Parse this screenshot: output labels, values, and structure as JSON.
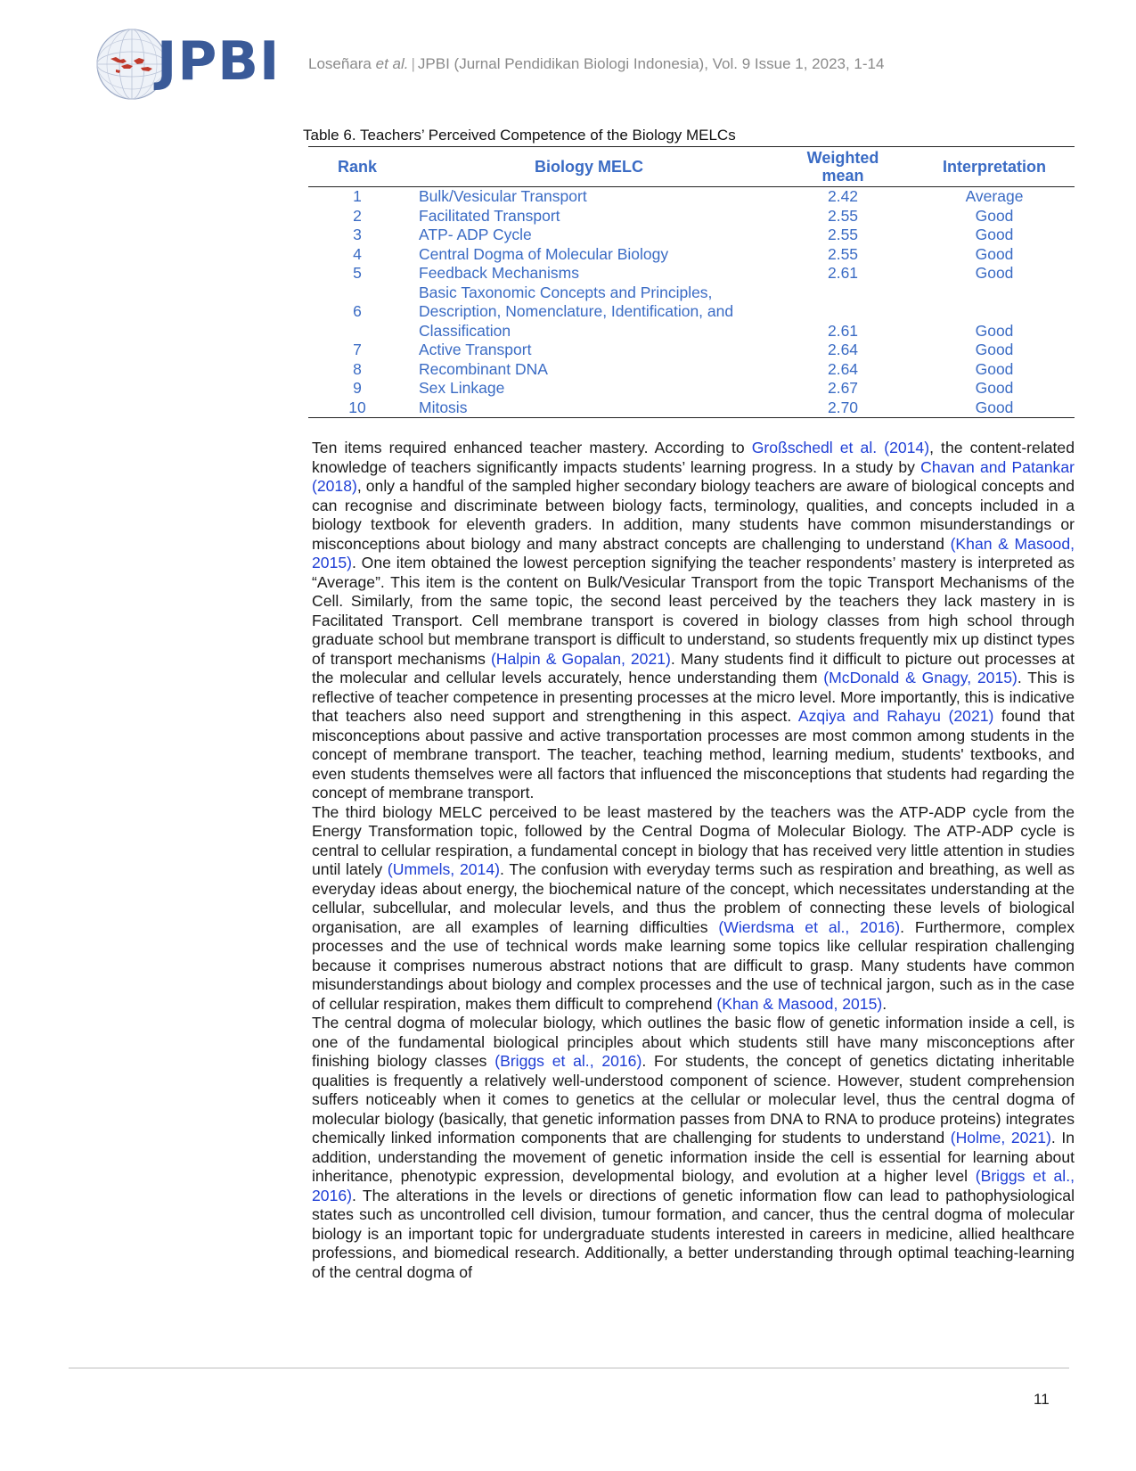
{
  "header": {
    "logo_text": "JPBI",
    "author": "Loseñara",
    "etal": "et al.",
    "separator": "|",
    "journal": "JPBI (Jurnal Pendidikan Biologi Indonesia), Vol. 9 Issue 1, 2023, 1-14"
  },
  "table": {
    "caption": "Table 6. Teachers’ Perceived Competence of the Biology MELCs",
    "headers": {
      "rank": "Rank",
      "melc": "Biology MELC",
      "mean_line1": "Weighted",
      "mean_line2": "mean",
      "interpretation": "Interpretation"
    },
    "rows": [
      {
        "rank": "1",
        "melc": "Bulk/Vesicular Transport",
        "mean": "2.42",
        "interp": "Average"
      },
      {
        "rank": "2",
        "melc": "Facilitated Transport",
        "mean": "2.55",
        "interp": "Good"
      },
      {
        "rank": "3",
        "melc": "ATP- ADP Cycle",
        "mean": "2.55",
        "interp": "Good"
      },
      {
        "rank": "4",
        "melc": "Central Dogma of Molecular Biology",
        "mean": "2.55",
        "interp": "Good"
      },
      {
        "rank": "5",
        "melc": "Feedback Mechanisms",
        "mean": "2.61",
        "interp": "Good"
      },
      {
        "rank": "6",
        "melc_line1": "Basic Taxonomic Concepts and Principles,",
        "melc_line2": "Description, Nomenclature, Identification, and",
        "melc_line3": "Classification",
        "mean": "2.61",
        "interp": "Good"
      },
      {
        "rank": "7",
        "melc": "Active Transport",
        "mean": "2.64",
        "interp": "Good"
      },
      {
        "rank": "8",
        "melc": "Recombinant DNA",
        "mean": "2.64",
        "interp": "Good"
      },
      {
        "rank": "9",
        "melc": "Sex Linkage",
        "mean": "2.67",
        "interp": "Good"
      },
      {
        "rank": "10",
        "melc": "Mitosis",
        "mean": "2.70",
        "interp": "Good"
      }
    ]
  },
  "body": {
    "p1": [
      {
        "t": "Ten items required enhanced teacher mastery. According to "
      },
      {
        "t": "Großschedl et al. (2014)",
        "c": true
      },
      {
        "t": ", the content-related knowledge of teachers significantly impacts students’ learning progress. In a study by "
      },
      {
        "t": "Chavan and Patankar (2018)",
        "c": true
      },
      {
        "t": ", only a handful of the sampled higher secondary biology teachers are aware of biological concepts and can recognise and discriminate between biology facts, terminology, qualities, and concepts included in a biology textbook for eleventh graders. In addition, many students have common misunderstandings or misconceptions about biology and many abstract concepts are challenging to understand "
      },
      {
        "t": "(Khan & Masood, 2015)",
        "c": true
      },
      {
        "t": ". One item obtained the lowest perception signifying the teacher respondents’ mastery is interpreted as “Average”. This item is the content on Bulk/Vesicular Transport from the topic Transport Mechanisms of the Cell. Similarly, from the same topic, the second least perceived by the teachers they lack mastery in is Facilitated Transport. Cell membrane transport is covered in biology classes from high school through graduate school but membrane transport is difficult to understand, so students frequently mix up distinct types of transport mechanisms "
      },
      {
        "t": "(Halpin & Gopalan, 2021)",
        "c": true
      },
      {
        "t": ". Many students find it difficult to picture out processes at the molecular and cellular levels accurately, hence understanding them "
      },
      {
        "t": "(McDonald & Gnagy, 2015)",
        "c": true
      },
      {
        "t": ". This is reflective of teacher competence in presenting processes at the micro level. More importantly, this is indicative that teachers also need support and strengthening in this aspect. "
      },
      {
        "t": "Azqiya and Rahayu (2021)",
        "c": true
      },
      {
        "t": " found that misconceptions about passive and active transportation processes are most common among students in the concept of membrane transport. The teacher, teaching method, learning medium, students' textbooks, and even students themselves were all factors that influenced the misconceptions that students had regarding the concept of membrane transport."
      }
    ],
    "p2": [
      {
        "t": "The third biology MELC perceived to be least mastered by the teachers was the ATP-ADP cycle from the Energy Transformation topic, followed by the Central Dogma of Molecular Biology. The ATP-ADP cycle is central to cellular respiration, a fundamental concept in biology that has received very little attention in studies until lately "
      },
      {
        "t": "(Ummels, 2014)",
        "c": true
      },
      {
        "t": ". The confusion with everyday terms such as respiration and breathing, as well as everyday ideas about energy, the biochemical nature of the concept, which necessitates understanding at the cellular, subcellular, and molecular levels, and thus the problem of connecting these levels of biological organisation, are all examples of learning difficulties "
      },
      {
        "t": "(Wierdsma et al., 2016)",
        "c": true
      },
      {
        "t": ". Furthermore, complex processes and the use of technical words make learning some topics like cellular respiration challenging because it comprises numerous abstract notions that are difficult to grasp. Many students have common misunderstandings about biology and complex processes and the use of technical jargon, such as in the case of cellular respiration, makes them difficult to comprehend "
      },
      {
        "t": "(Khan & Masood, 2015)",
        "c": true
      },
      {
        "t": "."
      }
    ],
    "p3": [
      {
        "t": "The central dogma of molecular biology, which outlines the basic flow of genetic information inside a cell, is one of the fundamental biological principles about which students still have many misconceptions after finishing biology classes "
      },
      {
        "t": "(Briggs et al., 2016)",
        "c": true
      },
      {
        "t": ". For students, the concept of genetics dictating inheritable qualities is frequently a relatively well-understood component of science. However, student comprehension suffers noticeably when it comes to genetics at the cellular or molecular level, thus the central dogma of molecular biology (basically, that genetic information passes from DNA to RNA to produce proteins) integrates chemically linked information components that are challenging for students to understand "
      },
      {
        "t": "(Holme, 2021)",
        "c": true
      },
      {
        "t": ". In addition, understanding the movement of genetic information inside the cell is essential for learning about inheritance, phenotypic expression, developmental biology, and evolution at a higher level "
      },
      {
        "t": "(Briggs et al., 2016)",
        "c": true
      },
      {
        "t": ". The alterations in the levels or directions of genetic information flow can lead to pathophysiological states such as uncontrolled cell division, tumour formation, and cancer, thus the central dogma of molecular biology is an important topic for undergraduate students interested in careers in medicine, allied healthcare professions, and biomedical research. Additionally, a better understanding through optimal teaching-learning of the central dogma of"
      }
    ]
  },
  "footer": {
    "page_number": "11"
  }
}
